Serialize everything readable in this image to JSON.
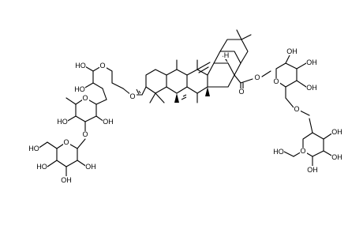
{
  "molecule": {
    "atoms": {
      "HO_xyl4": "HO",
      "O_xyl_ring": "O",
      "HO_xyl3": "HO",
      "O_xyl_link": "O",
      "O_rha_ring": "O",
      "HO_rha4": "HO",
      "OH_rha2": "OH",
      "O_rha_glc": "O",
      "HO_glc6": "HO",
      "O_glc_ring": "O",
      "OH_glc2": "OH",
      "HO_glc4": "HO",
      "OH_glc3": "OH",
      "H_18": "H",
      "O_ester_link": "O",
      "O_carbonyl": "O",
      "O_glcA_ring": "O",
      "OH_glcA2": "OH",
      "OH_glcA3": "OH",
      "OH_glcA4": "OH",
      "O_glcA6": "O",
      "O_glcB_ring": "O",
      "OH_glcB2": "OH",
      "OH_glcB3": "OH",
      "OH_glcB4": "OH",
      "HO_glcB6": "HO"
    }
  }
}
